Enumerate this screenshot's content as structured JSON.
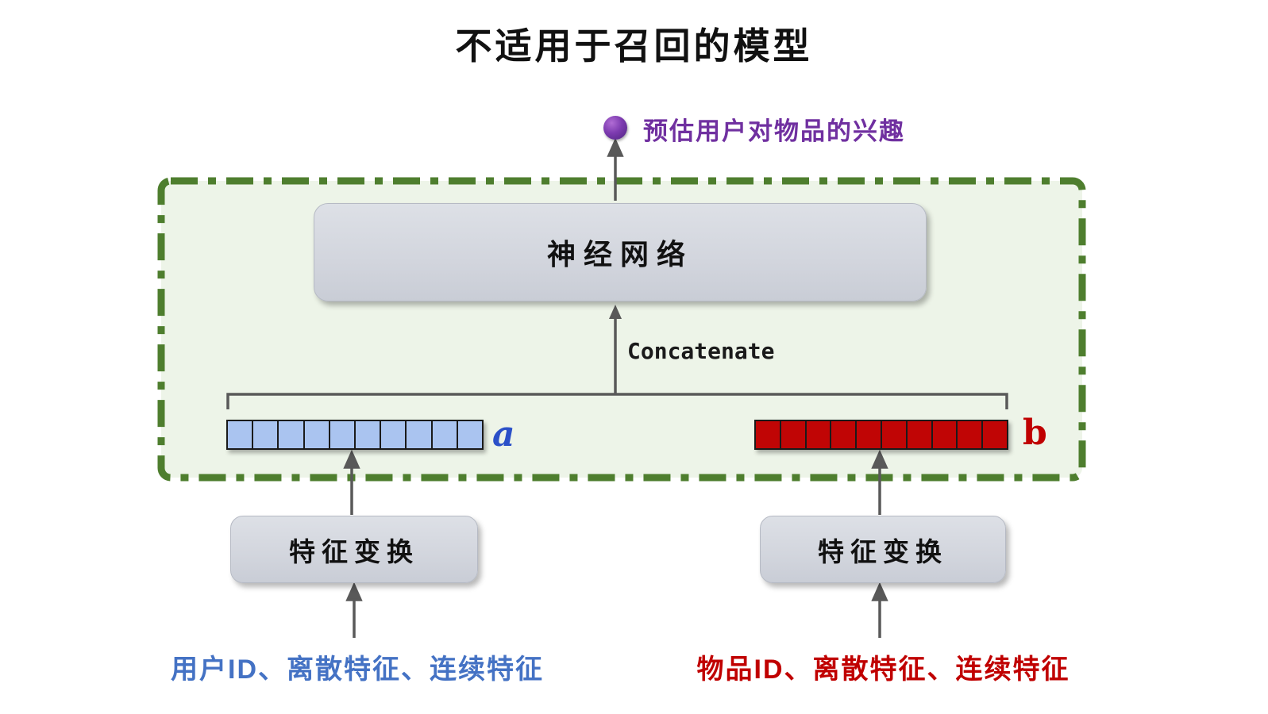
{
  "title": "不适用于召回的模型",
  "output": {
    "label": "预估用户对物品的兴趣",
    "color": "#7030a0",
    "dot_color": "#7d3bb0"
  },
  "panel": {
    "border_color": "#4e7e2e",
    "background": "#edf4e8"
  },
  "model_box": {
    "label": "神经网络",
    "background": "#d2d5dd"
  },
  "concatenate": {
    "label": "Concatenate"
  },
  "vectors": {
    "a": {
      "label": "a",
      "cells": 10,
      "fill": "#aac4f0",
      "label_color": "#2b50c8"
    },
    "b": {
      "label": "b",
      "cells": 10,
      "fill": "#c00505",
      "label_color": "#c00000"
    }
  },
  "feature_transform_left": {
    "label": "特征变换"
  },
  "feature_transform_right": {
    "label": "特征变换"
  },
  "inputs": {
    "user": {
      "label": "用户ID、离散特征、连续特征",
      "color": "#4472c4"
    },
    "item": {
      "label": "物品ID、离散特征、连续特征",
      "color": "#c00000"
    }
  },
  "arrow_color": "#595959"
}
